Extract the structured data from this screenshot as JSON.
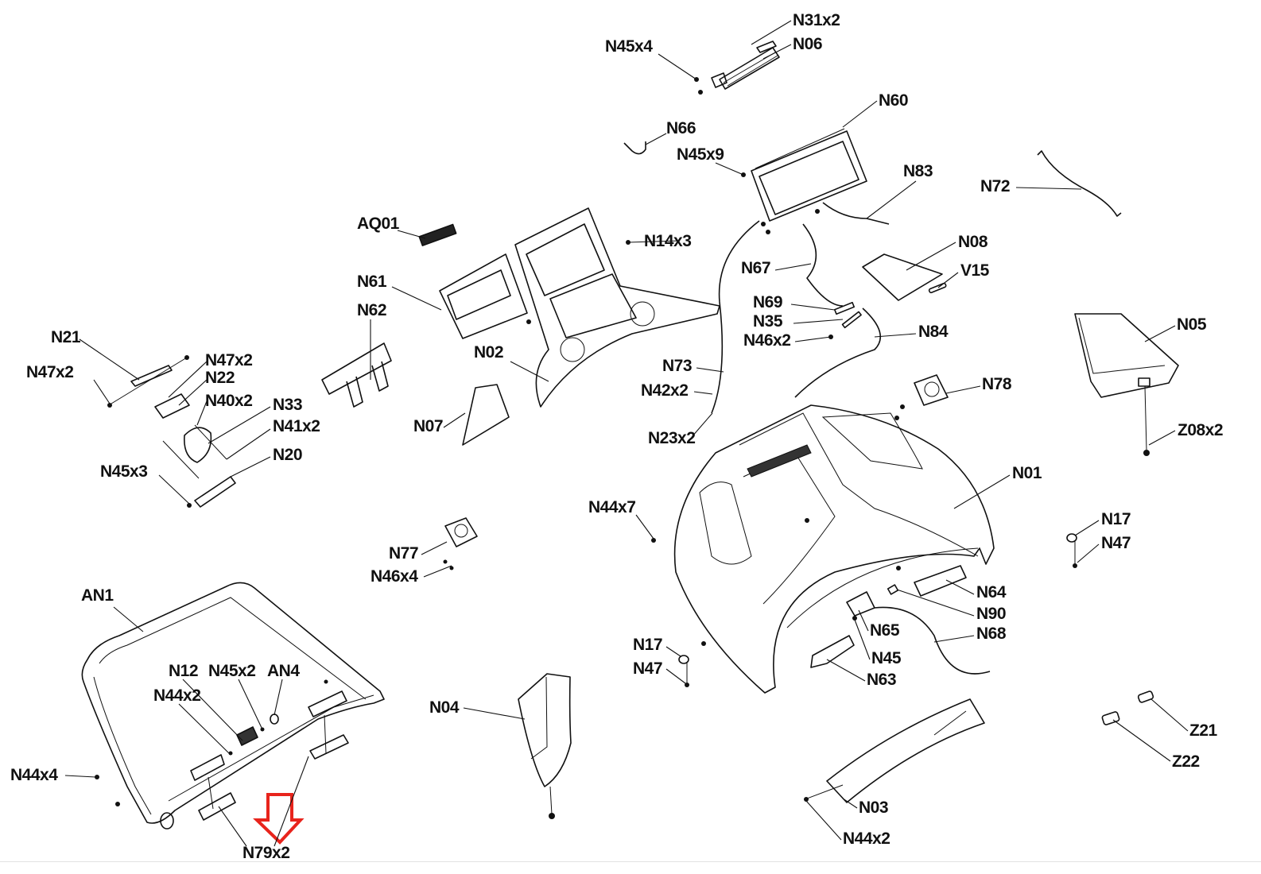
{
  "diagram": {
    "type": "exploded-parts-diagram",
    "subject": "treadmill console assembly",
    "highlight_arrow": {
      "color": "#e8241c",
      "points_to": "N79x2"
    },
    "labels": {
      "N31x2": "N31x2",
      "N06": "N06",
      "N45x4": "N45x4",
      "N60": "N60",
      "N66": "N66",
      "N45x9": "N45x9",
      "N83": "N83",
      "N72": "N72",
      "AQ01": "AQ01",
      "N14x3": "N14x3",
      "N61": "N61",
      "N62": "N62",
      "N67": "N67",
      "N08": "N08",
      "V15": "V15",
      "N69": "N69",
      "N35": "N35",
      "N46x2": "N46x2",
      "N84": "N84",
      "N21": "N21",
      "N47x2_left": "N47x2",
      "N47x2_right": "N47x2",
      "N22": "N22",
      "N40x2": "N40x2",
      "N33": "N33",
      "N41x2": "N41x2",
      "N20": "N20",
      "N45x3": "N45x3",
      "N02": "N02",
      "N07": "N07",
      "N73": "N73",
      "N42x2": "N42x2",
      "N23x2": "N23x2",
      "N78": "N78",
      "N05": "N05",
      "Z08x2": "Z08x2",
      "N01": "N01",
      "N44x7": "N44x7",
      "N77": "N77",
      "N46x4": "N46x4",
      "N17_right": "N17",
      "N47_right": "N47",
      "AN1": "AN1",
      "N12": "N12",
      "N45x2": "N45x2",
      "AN4": "AN4",
      "N44x2_left": "N44x2",
      "N44x4": "N44x4",
      "N79x2": "N79x2",
      "N04": "N04",
      "N17_mid": "N17",
      "N47_mid": "N47",
      "N64": "N64",
      "N90": "N90",
      "N65": "N65",
      "N68": "N68",
      "N45": "N45",
      "N63": "N63",
      "N03": "N03",
      "N44x2_bottom": "N44x2",
      "Z21": "Z21",
      "Z22": "Z22"
    }
  }
}
